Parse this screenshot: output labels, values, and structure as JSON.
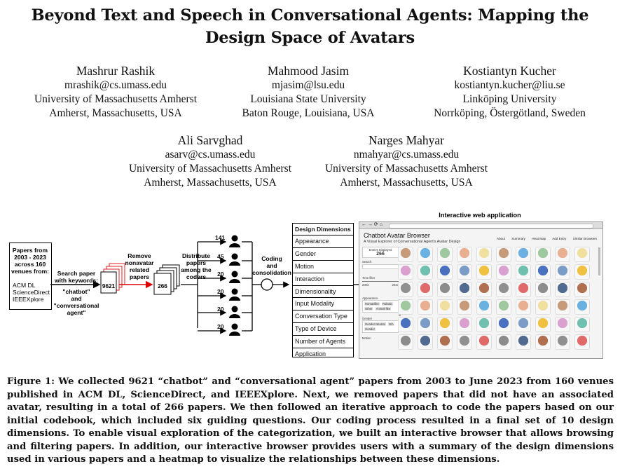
{
  "paper": {
    "title_line1": "Beyond Text and Speech in Conversational Agents: Mapping the",
    "title_line2": "Design Space of Avatars",
    "authors": [
      {
        "name": "Mashrur Rashik",
        "email": "mrashik@cs.umass.edu",
        "affiliation": "University of Massachusetts Amherst",
        "location": "Amherst, Massachusetts, USA"
      },
      {
        "name": "Mahmood Jasim",
        "email": "mjasim@lsu.edu",
        "affiliation": "Louisiana State University",
        "location": "Baton Rouge, Louisiana, USA"
      },
      {
        "name": "Kostiantyn Kucher",
        "email": "kostiantyn.kucher@liu.se",
        "affiliation": "Linköping University",
        "location": "Norrköping, Östergötland, Sweden"
      },
      {
        "name": "Ali Sarvghad",
        "email": "asarv@cs.umass.edu",
        "affiliation": "University of Massachusetts Amherst",
        "location": "Amherst, Massachusetts, USA"
      },
      {
        "name": "Narges Mahyar",
        "email": "nmahyar@cs.umass.edu",
        "affiliation": "University of Massachusetts Amherst",
        "location": "Amherst, Massachusetts, USA"
      }
    ]
  },
  "figure": {
    "sources": {
      "l1": "Papers from",
      "l2": "2003 - 2023",
      "l3": "across 160",
      "l4": "venues from:",
      "db1": "ACM DL",
      "db2": "ScienceDirect",
      "db3": "IEEEXplore"
    },
    "search": {
      "l1": "Search paper",
      "l2": "with keywords:",
      "k1": "\"chatbot\"",
      "k2": "and",
      "k3": "\"conversational",
      "k4": "agent\""
    },
    "count_initial": "9621",
    "remove": {
      "l1": "Remove",
      "l2": "nonavatar",
      "l3": "related",
      "l4": "papers"
    },
    "count_final": "266",
    "distribute": {
      "l1": "Distribute",
      "l2": "papers",
      "l3": "among the",
      "l4": "coders"
    },
    "coder_counts": [
      "141",
      "45",
      "20",
      "20",
      "20",
      "20"
    ],
    "coding": {
      "l1": "Coding",
      "l2": "and",
      "l3": "consolidation"
    },
    "dimensions_header": "Design Dimensions",
    "dimensions": [
      "Appearance",
      "Gender",
      "Motion",
      "Interaction",
      "Dimensionality",
      "Input Modality",
      "Conversation Type",
      "Type of Device",
      "Number of Agents",
      "Application"
    ],
    "app_label": "Interactive web application",
    "app": {
      "title": "Chatbot Avatar Browser",
      "subtitle": "A Visual Explorer of Conversational Agent's Avatar Design",
      "nav": [
        "About",
        "Summary",
        "Heat Map",
        "Add Entry",
        "Similar Browsers"
      ],
      "entries_label": "Entries Displayed",
      "entries_value": "266",
      "search_label": "Search",
      "time_label": "Time filter",
      "year_start": "2003",
      "year_end": "2023",
      "appearance_label": "Appearance",
      "appearance_opts": [
        "Humanlike",
        "Robotic",
        "Other",
        "Animal-like"
      ],
      "gender_label": "Gender",
      "gender_opts": [
        "Gender Neutral",
        "N/A",
        "Gender"
      ],
      "motion_label": "Motion"
    }
  },
  "caption": "Figure 1: We collected 9621 “chatbot” and “conversational agent” papers from 2003 to June 2023 from 160 venues published in ACM DL, ScienceDirect, and IEEEXplore. Next, we removed papers that did not have an associated avatar, resulting in a total of 266 papers. We then followed an iterative approach to code the papers based on our initial codebook, which included six guiding questions. Our coding process resulted in a final set of 10 design dimensions. To enable visual exploration of the categorization, we built an interactive browser that allows browsing and filtering papers. In addition, our interactive browser provides users with a summary of the design dimensions used in various papers and a heatmap to visualize the relationships between these dimensions."
}
